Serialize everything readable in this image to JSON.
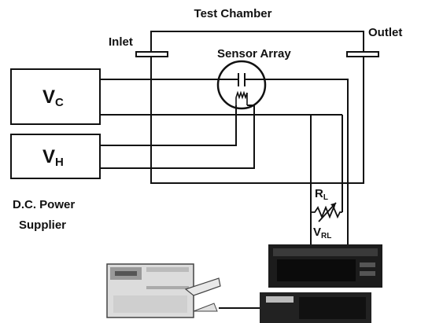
{
  "labels": {
    "chamber": "Test Chamber",
    "inlet": "Inlet",
    "outlet": "Outlet",
    "sensor_array": "Sensor Array",
    "vc": {
      "main": "V",
      "sub": "C"
    },
    "vh": {
      "main": "V",
      "sub": "H"
    },
    "power_line1": "D.C. Power",
    "power_line2": "Supplier",
    "rl": {
      "main": "R",
      "sub": "L"
    },
    "vrl": {
      "main": "V",
      "sub": "RL"
    }
  }
}
